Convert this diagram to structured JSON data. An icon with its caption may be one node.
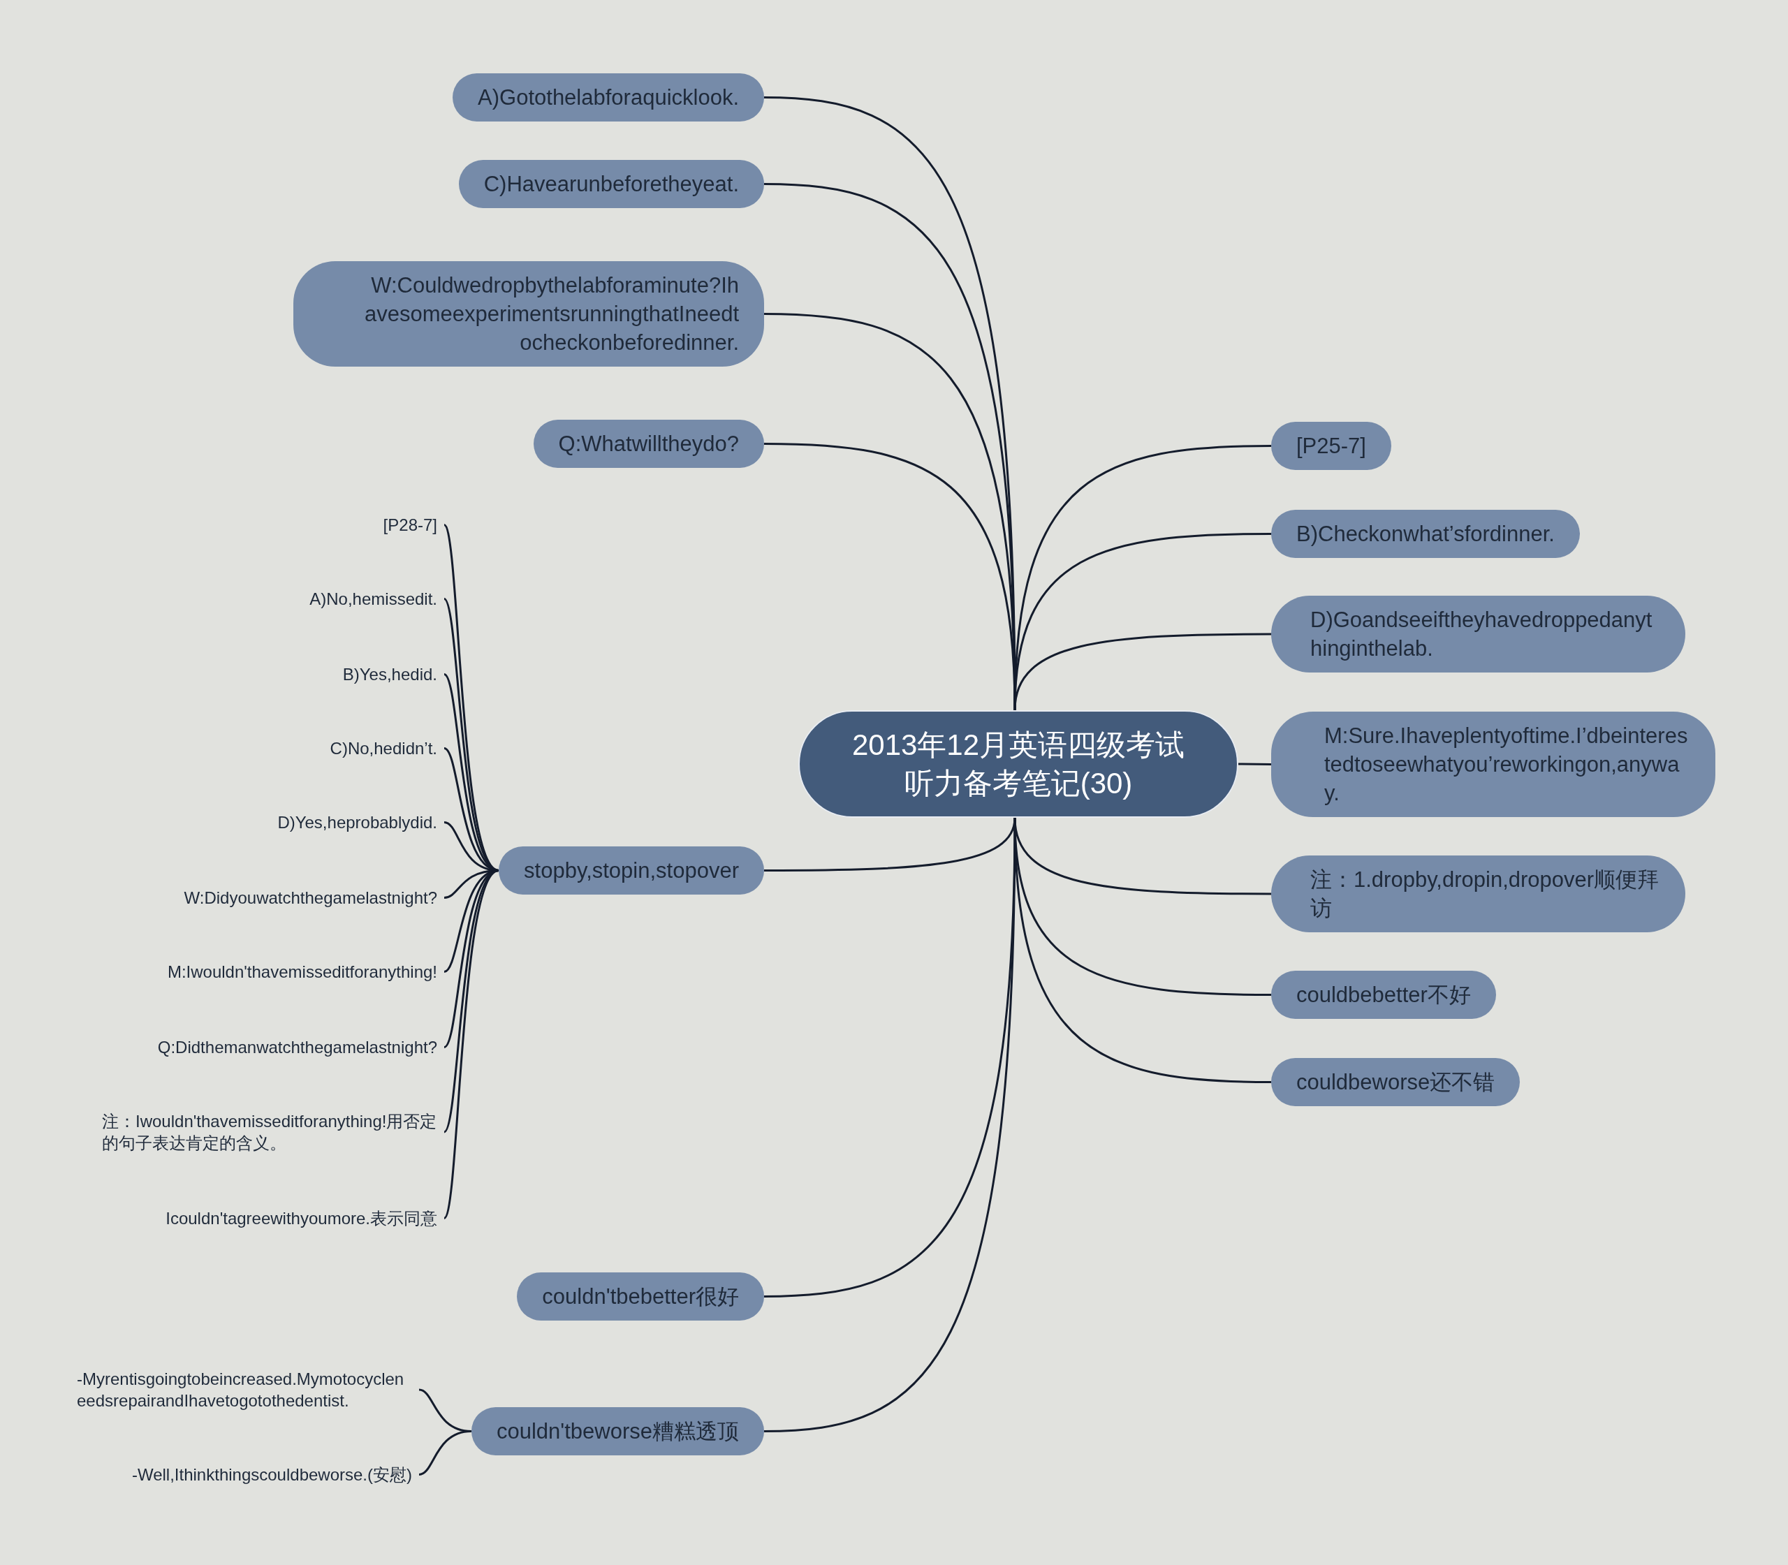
{
  "diagram": {
    "nodes": [
      {
        "text": [
          "2013年12月英语四级考试听力备考笔记(30)"
        ]
      },
      {
        "text": [
          "A)Gotothelabforaquicklook."
        ]
      },
      {
        "text": [
          "C)Havearunbeforetheyeat."
        ]
      },
      {
        "text": [
          "W:Couldwedropbythelabforaminute?IhavesomeexperimentsrunningthatIneedtocheckonbeforedinner."
        ]
      },
      {
        "text": [
          "Q:Whatwilltheydo?"
        ]
      },
      {
        "text": [
          "stopby,stopin,stopover"
        ]
      },
      {
        "text": [
          "[P28-7]"
        ]
      },
      {
        "text": [
          "A)No,hemissedit."
        ]
      },
      {
        "text": [
          "B)Yes,hedid."
        ]
      },
      {
        "text": [
          "C)No,hedidn’t."
        ]
      },
      {
        "text": [
          "D)Yes,heprobablydid."
        ]
      },
      {
        "text": [
          "W:Didyouwatchthegamelastnight?"
        ]
      },
      {
        "text": [
          "M:Iwouldn'thavemisseditforanything!"
        ]
      },
      {
        "text": [
          "Q:Didthemanwatchthegamelastnight?"
        ]
      },
      {
        "text": [
          "注：Iwouldn'thavemisseditforanything!用否定的句子表达肯定的含义。"
        ]
      },
      {
        "text": [
          "Icouldn'tagreewithyoumore.表示同意"
        ]
      },
      {
        "text": [
          "couldn'tbebetter很好"
        ]
      },
      {
        "text": [
          "couldn'tbeworse糟糕透顶"
        ]
      },
      {
        "text": [
          "-Myrentisgoingtobeincreased.MymotocycleneedsrepairandIhavetogotothedentist."
        ]
      },
      {
        "text": [
          "-Well,Ithinkthingscouldbeworse.(安慰)"
        ]
      },
      {
        "text": [
          "[P25-7]"
        ]
      },
      {
        "text": [
          "B)Checkonwhat’sfordinner."
        ]
      },
      {
        "text": [
          "D)Goandseeiftheyhavedroppedanythinginthelab."
        ]
      },
      {
        "text": [
          "M:Sure.Ihaveplentyoftime.I’dbeinterestedtoseewhatyou’reworkingon,anyway."
        ]
      },
      {
        "text": [
          "注：1.dropby,dropin,dropover顺便拜访"
        ]
      },
      {
        "text": [
          "couldbebetter不好"
        ]
      },
      {
        "text": [
          "couldbeworse还不错"
        ]
      }
    ],
    "edges": [
      {
        "from": 0,
        "to": 1,
        "arrow": "none"
      },
      {
        "from": 0,
        "to": 2,
        "arrow": "none"
      },
      {
        "from": 0,
        "to": 3,
        "arrow": "none"
      },
      {
        "from": 0,
        "to": 4,
        "arrow": "none"
      },
      {
        "from": 0,
        "to": 5,
        "arrow": "none"
      },
      {
        "from": 5,
        "to": 6,
        "arrow": "none"
      },
      {
        "from": 5,
        "to": 7,
        "arrow": "none"
      },
      {
        "from": 5,
        "to": 8,
        "arrow": "none"
      },
      {
        "from": 5,
        "to": 9,
        "arrow": "none"
      },
      {
        "from": 5,
        "to": 10,
        "arrow": "none"
      },
      {
        "from": 5,
        "to": 11,
        "arrow": "none"
      },
      {
        "from": 5,
        "to": 12,
        "arrow": "none"
      },
      {
        "from": 5,
        "to": 13,
        "arrow": "none"
      },
      {
        "from": 5,
        "to": 14,
        "arrow": "none"
      },
      {
        "from": 5,
        "to": 15,
        "arrow": "none"
      },
      {
        "from": 0,
        "to": 16,
        "arrow": "none"
      },
      {
        "from": 0,
        "to": 17,
        "arrow": "none"
      },
      {
        "from": 17,
        "to": 18,
        "arrow": "none"
      },
      {
        "from": 17,
        "to": 19,
        "arrow": "none"
      },
      {
        "from": 0,
        "to": 20,
        "arrow": "none"
      },
      {
        "from": 0,
        "to": 21,
        "arrow": "none"
      },
      {
        "from": 0,
        "to": 22,
        "arrow": "none"
      },
      {
        "from": 0,
        "to": 23,
        "arrow": "none"
      },
      {
        "from": 0,
        "to": 24,
        "arrow": "none"
      },
      {
        "from": 0,
        "to": 25,
        "arrow": "none"
      },
      {
        "from": 0,
        "to": 26,
        "arrow": "none"
      }
    ]
  }
}
